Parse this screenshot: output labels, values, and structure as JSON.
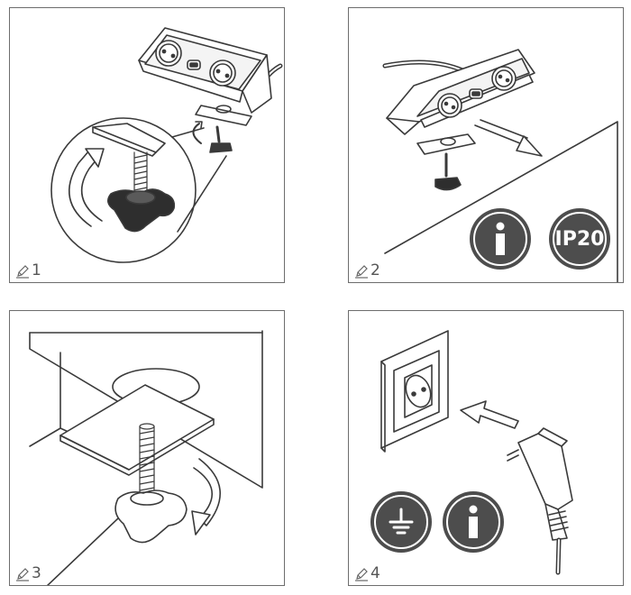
{
  "panels": [
    {
      "step": "1",
      "icon": "pencil-icon"
    },
    {
      "step": "2",
      "icon": "pencil-icon",
      "badges": [
        "info-icon",
        "IP20"
      ]
    },
    {
      "step": "3",
      "icon": "pencil-icon"
    },
    {
      "step": "4",
      "icon": "pencil-icon",
      "badges": [
        "ground-icon",
        "info-icon"
      ]
    }
  ],
  "ip_rating": "IP20",
  "colors": {
    "line": "#3a3a3a",
    "badge": "#4d4d4d",
    "frame": "#6d6d6d"
  }
}
